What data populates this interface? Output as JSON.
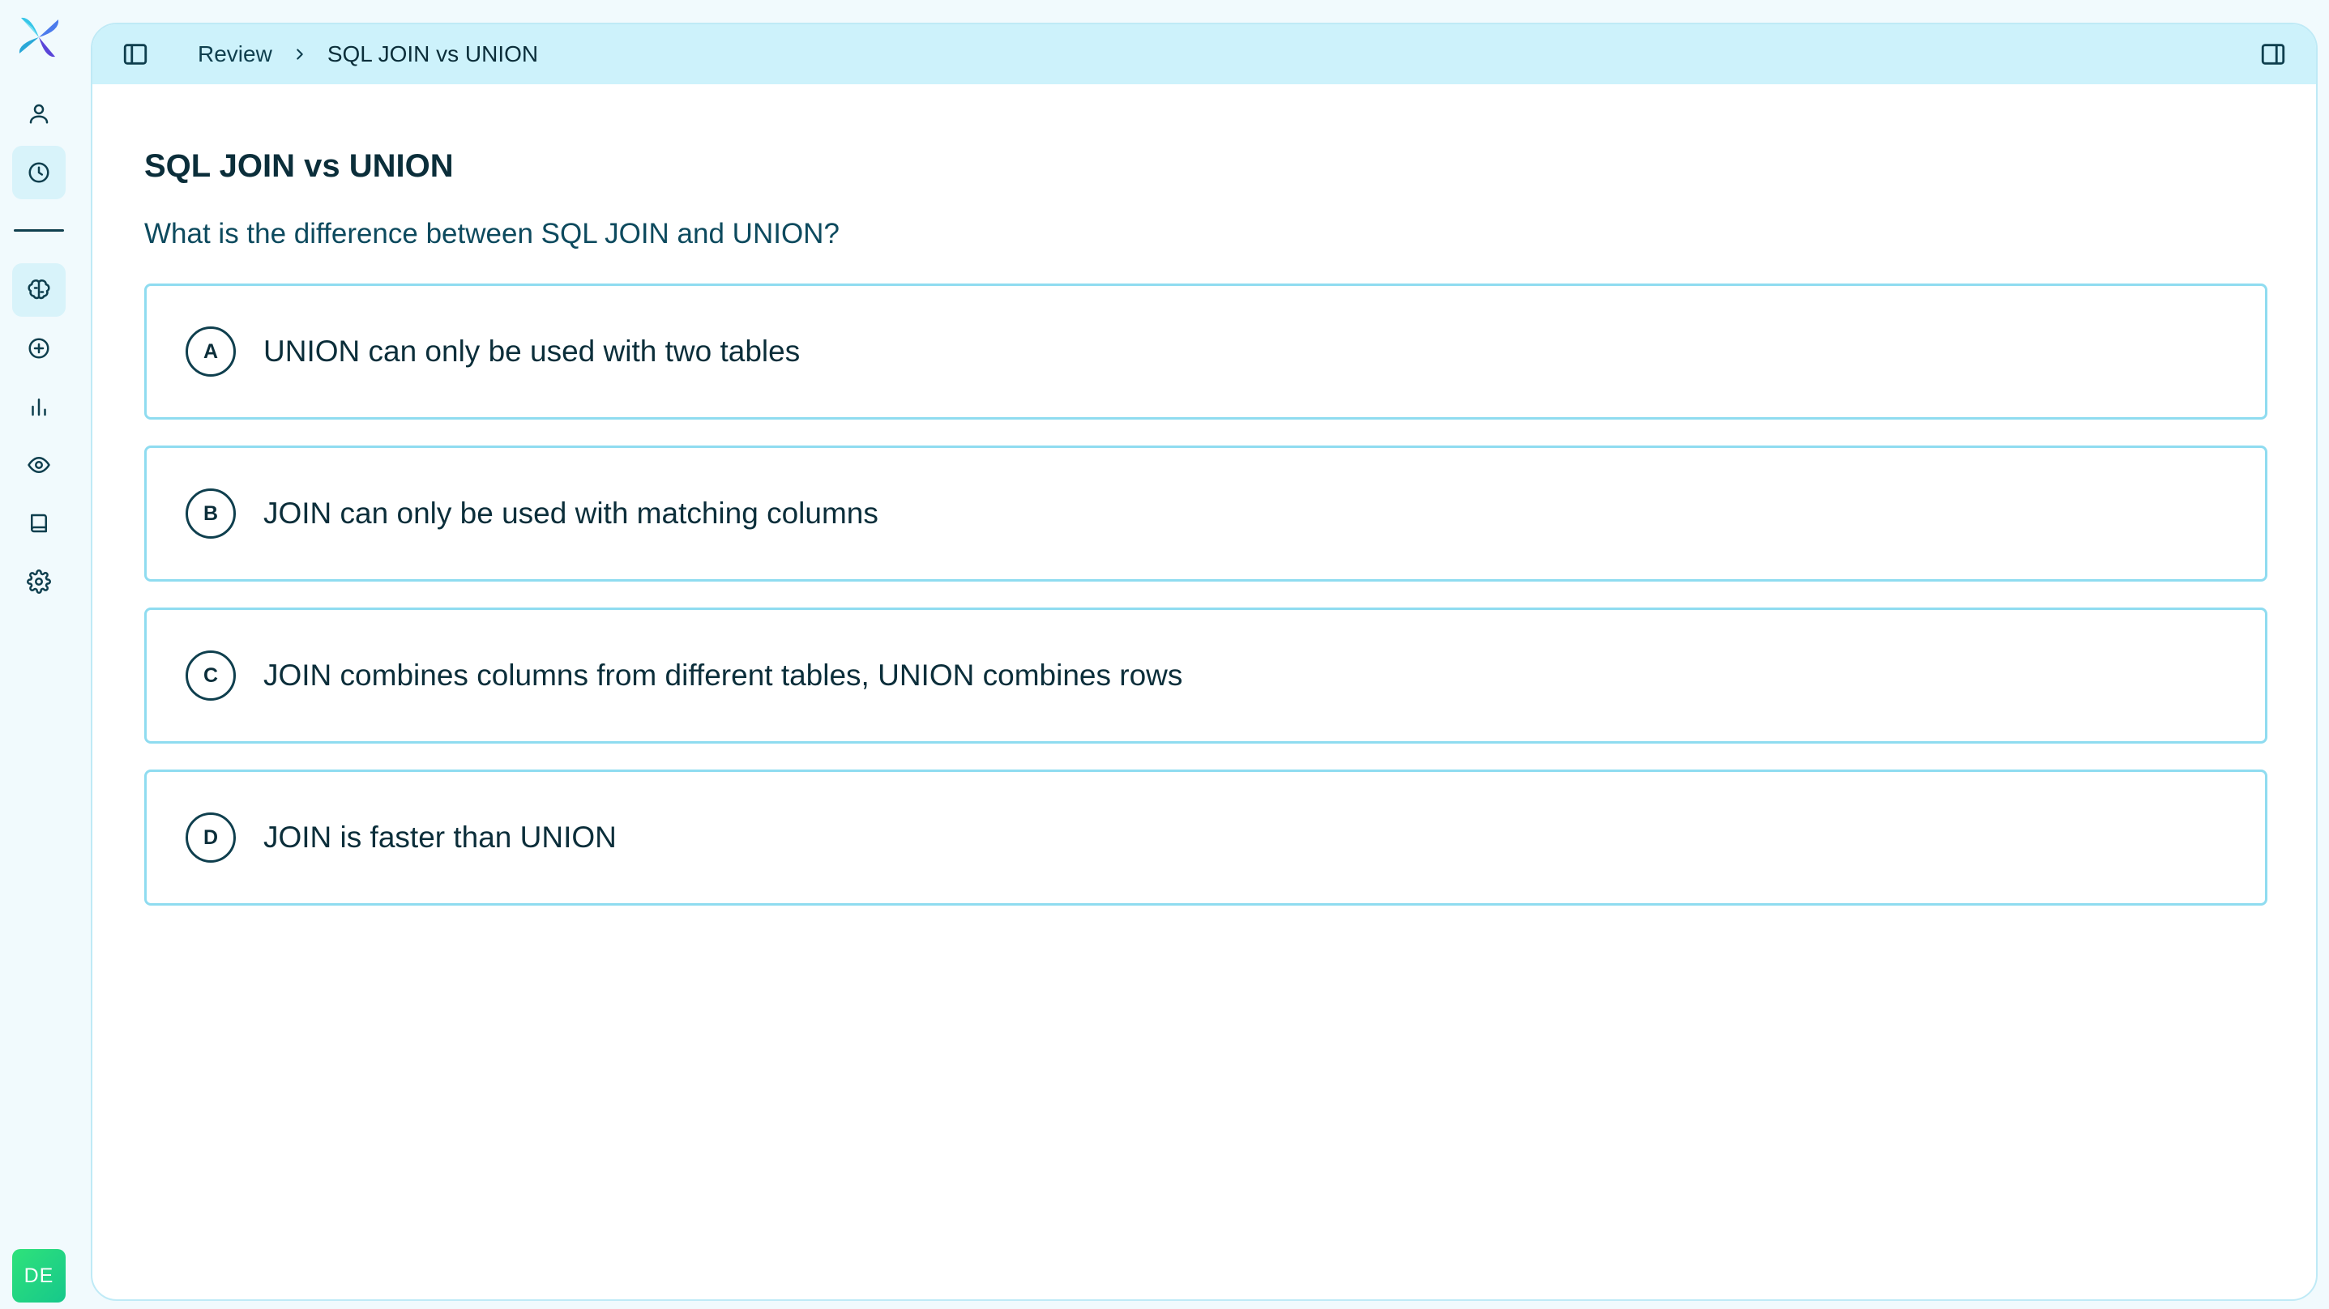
{
  "app": {
    "user_initials": "DE"
  },
  "sidebar": {
    "items": [
      {
        "icon": "user-icon",
        "active": false
      },
      {
        "icon": "clock-icon",
        "active": true
      },
      {
        "icon": "brain-icon",
        "active": true
      },
      {
        "icon": "plus-circle-icon",
        "active": false
      },
      {
        "icon": "bar-chart-icon",
        "active": false
      },
      {
        "icon": "eye-icon",
        "active": false
      },
      {
        "icon": "book-icon",
        "active": false
      },
      {
        "icon": "gear-icon",
        "active": false
      }
    ]
  },
  "breadcrumb": {
    "parent": "Review",
    "current": "SQL JOIN vs UNION"
  },
  "main": {
    "title": "SQL JOIN vs UNION",
    "question": "What is the difference between SQL JOIN and UNION?",
    "options": [
      {
        "letter": "A",
        "text": "UNION can only be used with two tables"
      },
      {
        "letter": "B",
        "text": "JOIN can only be used with matching columns"
      },
      {
        "letter": "C",
        "text": "JOIN combines columns from different tables, UNION combines rows"
      },
      {
        "letter": "D",
        "text": "JOIN is faster than UNION"
      }
    ]
  },
  "colors": {
    "accent": "#8fdcf0",
    "topbar": "#cdf2fb",
    "text": "#0b2e3a",
    "question": "#0d4a5e",
    "avatar": "#22d67f"
  }
}
